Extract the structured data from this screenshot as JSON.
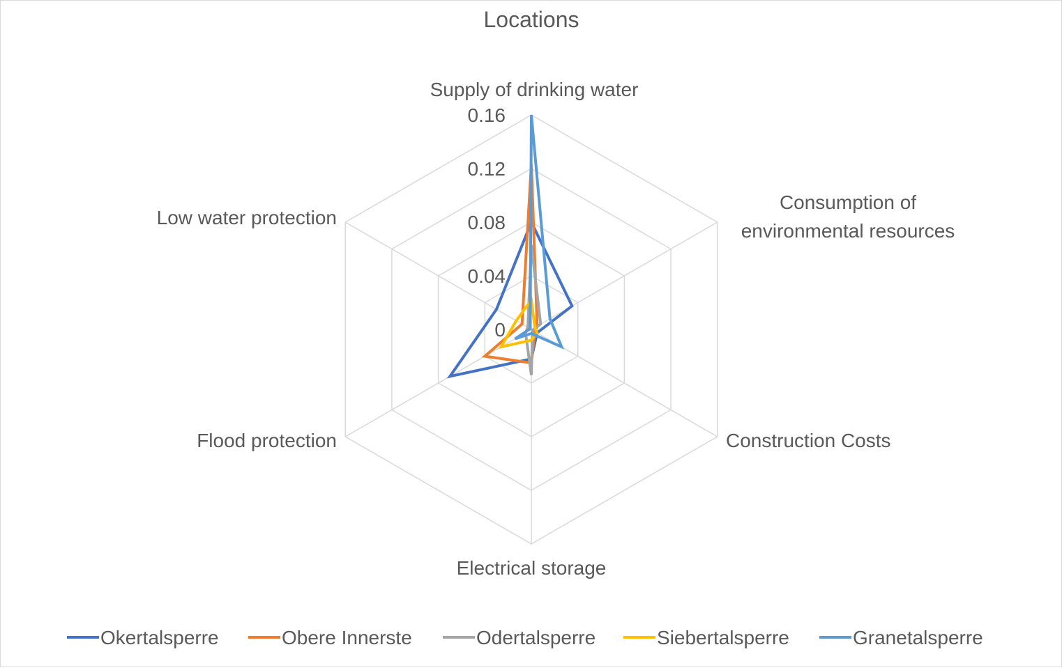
{
  "chart_data": {
    "type": "radar",
    "title": "Locations",
    "axes": [
      "Supply of drinking water",
      "Consumption of environmental resources",
      "Construction Costs",
      "Electrical storage",
      "Flood protection",
      "Low water protection"
    ],
    "axis_label_lines": [
      [
        "Supply of drinking water"
      ],
      [
        "Consumption of",
        "environmental resources"
      ],
      [
        "Construction Costs"
      ],
      [
        "Electrical storage"
      ],
      [
        "Flood protection"
      ],
      [
        "Low water protection"
      ]
    ],
    "r_range": [
      0,
      0.16
    ],
    "ticks": [
      "0",
      "0.04",
      "0.08",
      "0.12",
      "0.16"
    ],
    "tick_values": [
      0,
      0.04,
      0.08,
      0.12,
      0.16
    ],
    "grid": true,
    "legend_position": "bottom",
    "series": [
      {
        "name": "Okertalsperre",
        "color": "#4472C4",
        "values": [
          0.08,
          0.035,
          0.005,
          0.022,
          0.07,
          0.03
        ]
      },
      {
        "name": "Obere Innerste",
        "color": "#ED7D31",
        "values": [
          0.123,
          0.005,
          0.003,
          0.025,
          0.04,
          0.008
        ]
      },
      {
        "name": "Odertalsperre",
        "color": "#A5A5A5",
        "values": [
          0.063,
          0.008,
          0.001,
          0.034,
          0.005,
          0.003
        ]
      },
      {
        "name": "Siebertalsperre",
        "color": "#FFC000",
        "values": [
          0.022,
          0.003,
          0.005,
          0.008,
          0.026,
          0.013
        ]
      },
      {
        "name": "Granetalsperre",
        "color": "#5B9BD5",
        "values": [
          0.16,
          0.016,
          0.026,
          0.003,
          0.014,
          0.001
        ]
      }
    ]
  }
}
